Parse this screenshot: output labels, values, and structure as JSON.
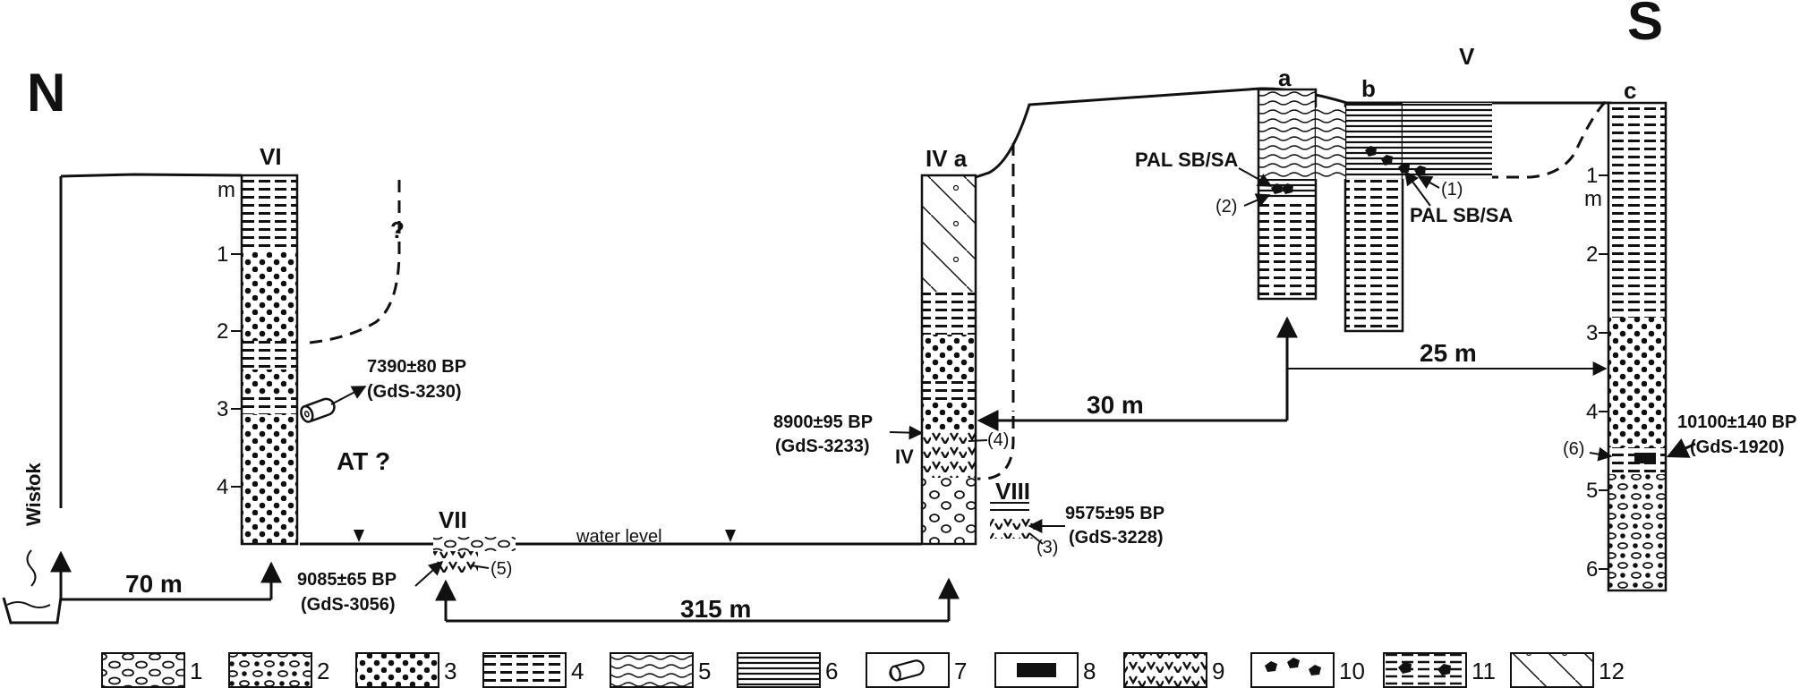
{
  "orientation": {
    "north": "N",
    "south": "S"
  },
  "sections": {
    "vi": "VI",
    "vii": "VII",
    "viii": "VIII",
    "iv": "IV",
    "iva": "IV a",
    "v": "V",
    "a": "a",
    "b": "b",
    "c": "c"
  },
  "river": "Wisłok",
  "at_label": "AT ?",
  "question_mark": "?",
  "water_level": "water level",
  "distances": {
    "d70": "70 m",
    "d315": "315 m",
    "d30": "30 m",
    "d25": "25 m"
  },
  "depth_unit": "m",
  "depth_ticks_vi": [
    "1",
    "2",
    "3",
    "4"
  ],
  "depth_ticks_c": [
    "1",
    "2",
    "3",
    "4",
    "5",
    "6"
  ],
  "dates": {
    "d7390": "7390±80 BP",
    "gds3230": "(GdS-3230)",
    "d8900": "8900±95 BP",
    "gds3233": "(GdS-3233)",
    "d9085": "9085±65 BP",
    "gds3056": "(GdS-3056)",
    "d9575": "9575±95 BP",
    "gds3228": "(GdS-3228)",
    "d10100": "10100±140 BP",
    "gds1920": "(GdS-1920)"
  },
  "pal_labels": [
    "PAL SB/SA",
    "PAL SB/SA"
  ],
  "sample_numbers": [
    "(1)",
    "(2)",
    "(3)",
    "(4)",
    "(5)",
    "(6)"
  ],
  "legend": [
    {
      "num": "1",
      "pattern": "ovals"
    },
    {
      "num": "2",
      "pattern": "dots-ovals"
    },
    {
      "num": "3",
      "pattern": "dots"
    },
    {
      "num": "4",
      "pattern": "dashes"
    },
    {
      "num": "5",
      "pattern": "waves"
    },
    {
      "num": "6",
      "pattern": "dense-lines"
    },
    {
      "num": "7",
      "pattern": "wood-log"
    },
    {
      "num": "8",
      "pattern": "black-bar"
    },
    {
      "num": "9",
      "pattern": "v-marks"
    },
    {
      "num": "10",
      "pattern": "pentagons"
    },
    {
      "num": "11",
      "pattern": "lines-blobs"
    },
    {
      "num": "12",
      "pattern": "diagonals"
    }
  ]
}
